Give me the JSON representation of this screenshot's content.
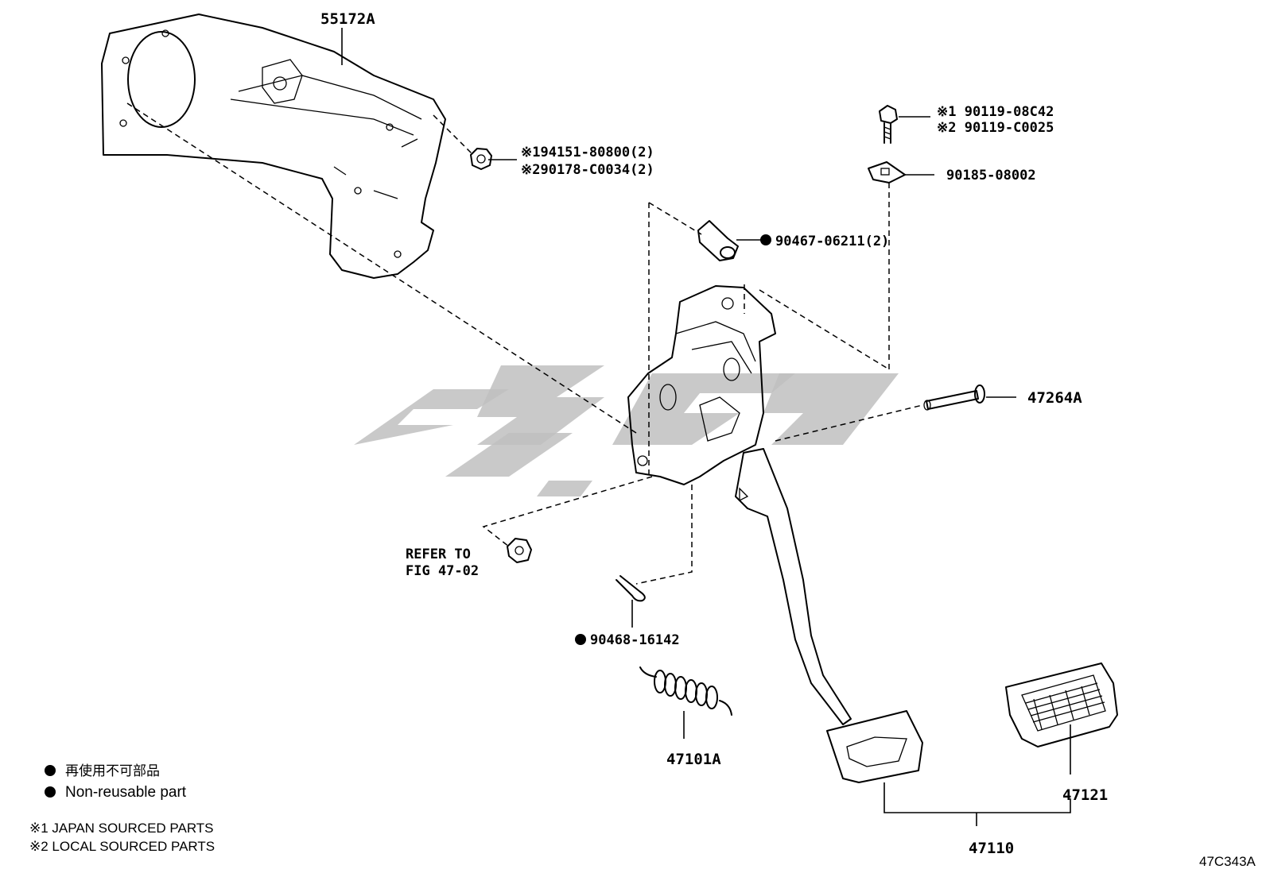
{
  "diagram": {
    "figure_code": "47C343A",
    "callouts": {
      "bracket": "55172A",
      "nut_note1": "※194151-80800(2)",
      "nut_note2": "※290178-C0034(2)",
      "bolt_note1": "※1  90119-08C42",
      "bolt_note2": "※2  90119-C0025",
      "clip_nut": "90185-08002",
      "stop_light_switch": "90467-06211(2)",
      "pin": "47264A",
      "refer_line1": "REFER TO",
      "refer_line2": "FIG 47-02",
      "cotter_pin": "90468-16142",
      "spring": "47101A",
      "pedal_pad": "47121",
      "pedal_assy": "47110"
    },
    "legend": {
      "japanese": "再使用不可部品",
      "english": "Non-reusable part",
      "note1": "※1 JAPAN SOURCED PARTS",
      "note2": "※2 LOCAL SOURCED PARTS"
    }
  }
}
